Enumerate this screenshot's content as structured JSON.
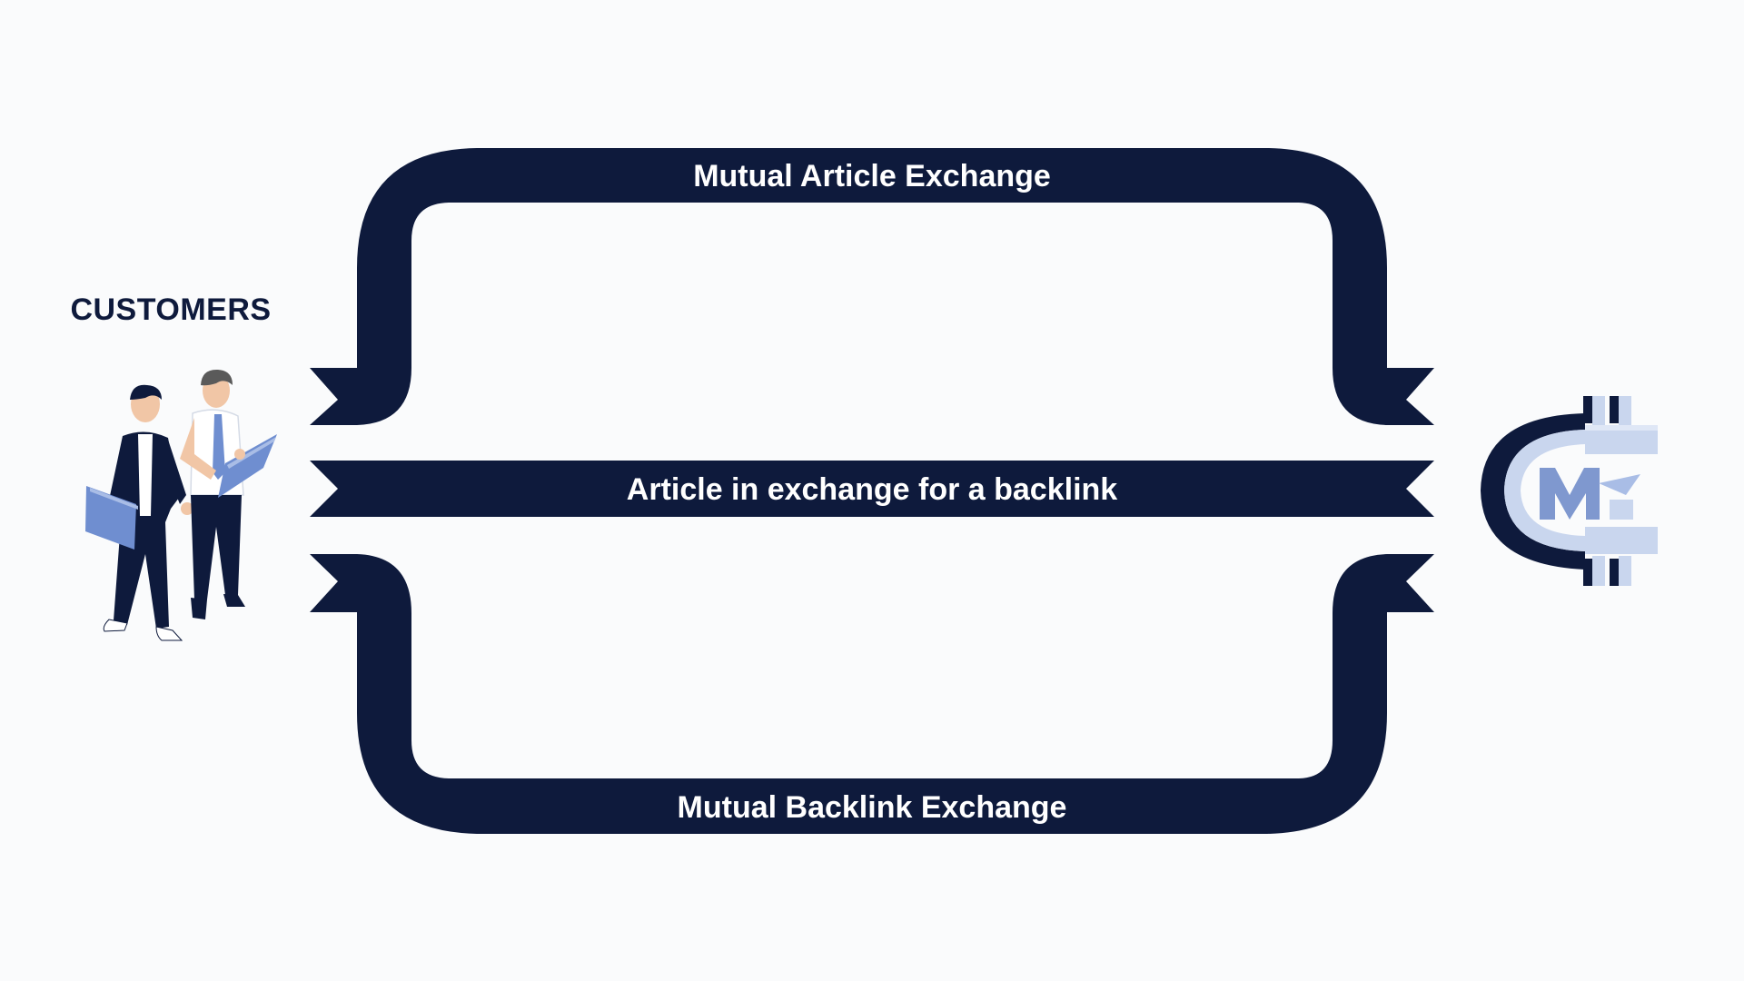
{
  "diagram": {
    "left_label": "CUSTOMERS",
    "flows": {
      "top": "Mutual Article Exchange",
      "middle": "Article in exchange for a backlink",
      "bottom": "Mutual Backlink Exchange"
    },
    "left_illustration": "two-businessmen-illustration",
    "right_logo": "m-currency-logo-icon"
  },
  "colors": {
    "background": "#fafbfc",
    "band": "#0e1a3c",
    "label_text": "#ffffff",
    "title_text": "#0e1a3c",
    "logo_light": "#c9d6ee",
    "logo_mid": "#7f98cf",
    "figure_accent": "#6f8ed0"
  }
}
